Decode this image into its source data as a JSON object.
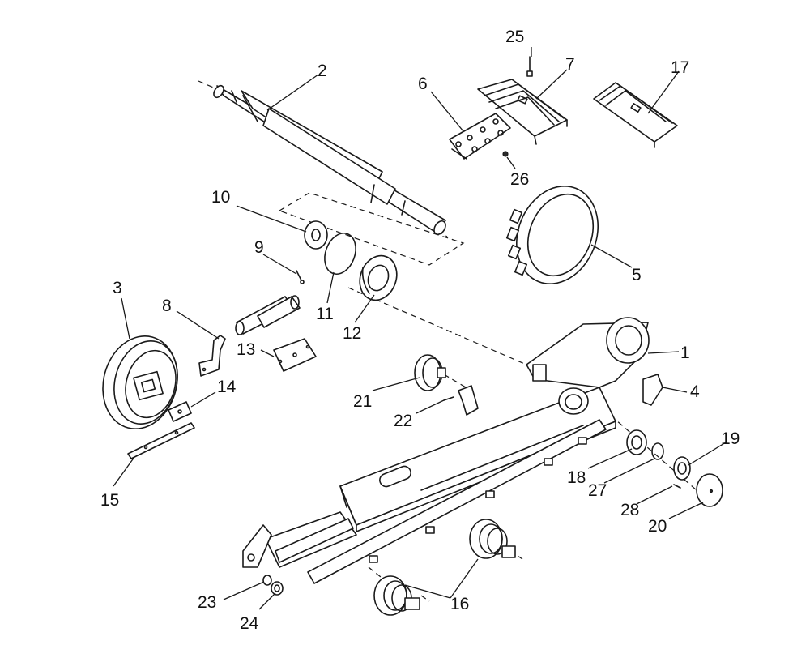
{
  "callouts": {
    "c1": "1",
    "c2": "2",
    "c3": "3",
    "c4": "4",
    "c5": "5",
    "c6": "6",
    "c7": "7",
    "c8": "8",
    "c9": "9",
    "c10": "10",
    "c11": "11",
    "c12": "12",
    "c13": "13",
    "c14": "14",
    "c15": "15",
    "c16": "16",
    "c17": "17",
    "c18": "18",
    "c19": "19",
    "c20": "20",
    "c21": "21",
    "c22": "22",
    "c23": "23",
    "c24": "24",
    "c25": "25",
    "c26": "26",
    "c27": "27",
    "c28": "28"
  },
  "colors": {
    "line": "#1a1a1a",
    "background": "#ffffff"
  }
}
